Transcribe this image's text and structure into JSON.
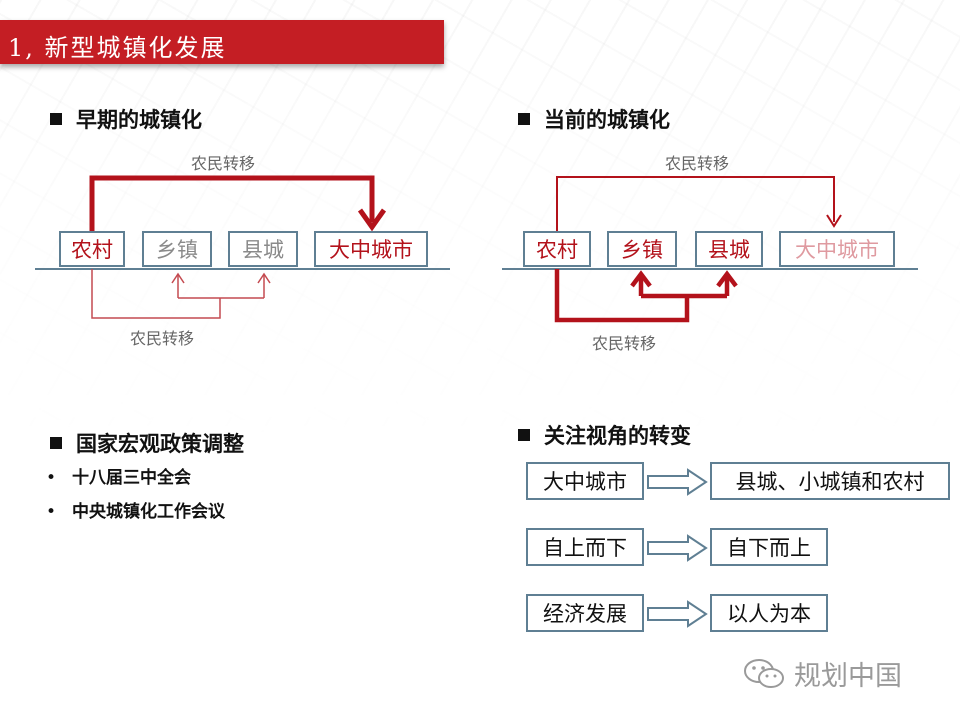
{
  "title": "1, 新型城镇化发展",
  "left_diagram": {
    "heading": "早期的城镇化",
    "top_label": "农民转移",
    "bottom_label": "农民转移",
    "nodes": [
      "农村",
      "乡镇",
      "县城",
      "大中城市"
    ]
  },
  "right_diagram": {
    "heading": "当前的城镇化",
    "top_label": "农民转移",
    "bottom_label": "农民转移",
    "nodes": [
      "农村",
      "乡镇",
      "县城",
      "大中城市"
    ]
  },
  "policy": {
    "heading": "国家宏观政策调整",
    "items": [
      "十八届三中全会",
      "中央城镇化工作会议"
    ]
  },
  "perspective": {
    "heading": "关注视角的转变",
    "rows": [
      {
        "from": "大中城市",
        "to": "县城、小城镇和农村"
      },
      {
        "from": "自上而下",
        "to": "自下而上"
      },
      {
        "from": "经济发展",
        "to": "以人为本"
      }
    ]
  },
  "watermark": "规划中国",
  "colors": {
    "accent": "#c41e24",
    "arrow_red": "#b3121b",
    "box_border": "#5f7f93"
  }
}
